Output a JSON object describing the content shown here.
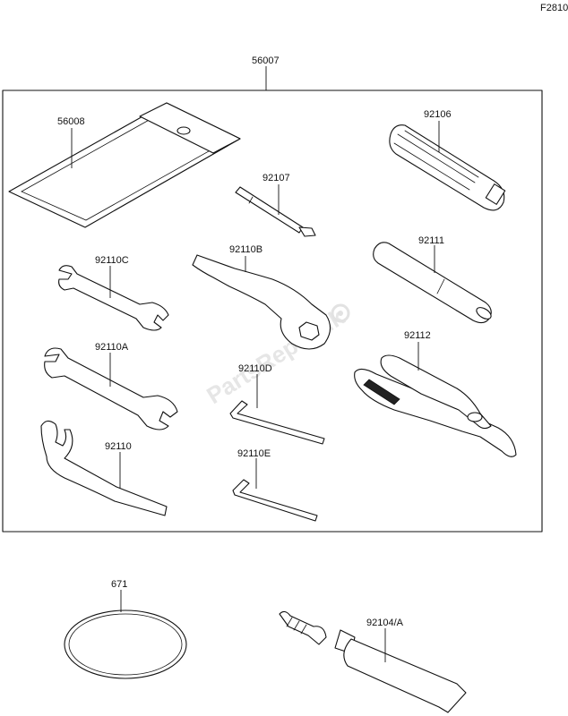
{
  "figure_code": "F2810",
  "watermark": "PartsRepublik",
  "labels": {
    "kit": "56007",
    "pouch": "56008",
    "screwdriver_handle": "92106",
    "screwdriver_bit": "92107",
    "box_wrench": "92110B",
    "extension": "92111",
    "wrench_small": "92110C",
    "wrench_medium": "92110A",
    "allen_key_d": "92110D",
    "pliers": "92112",
    "hook_wrench": "92110",
    "allen_key_e": "92110E",
    "o_ring": "671",
    "grease_tube": "92104/A"
  }
}
